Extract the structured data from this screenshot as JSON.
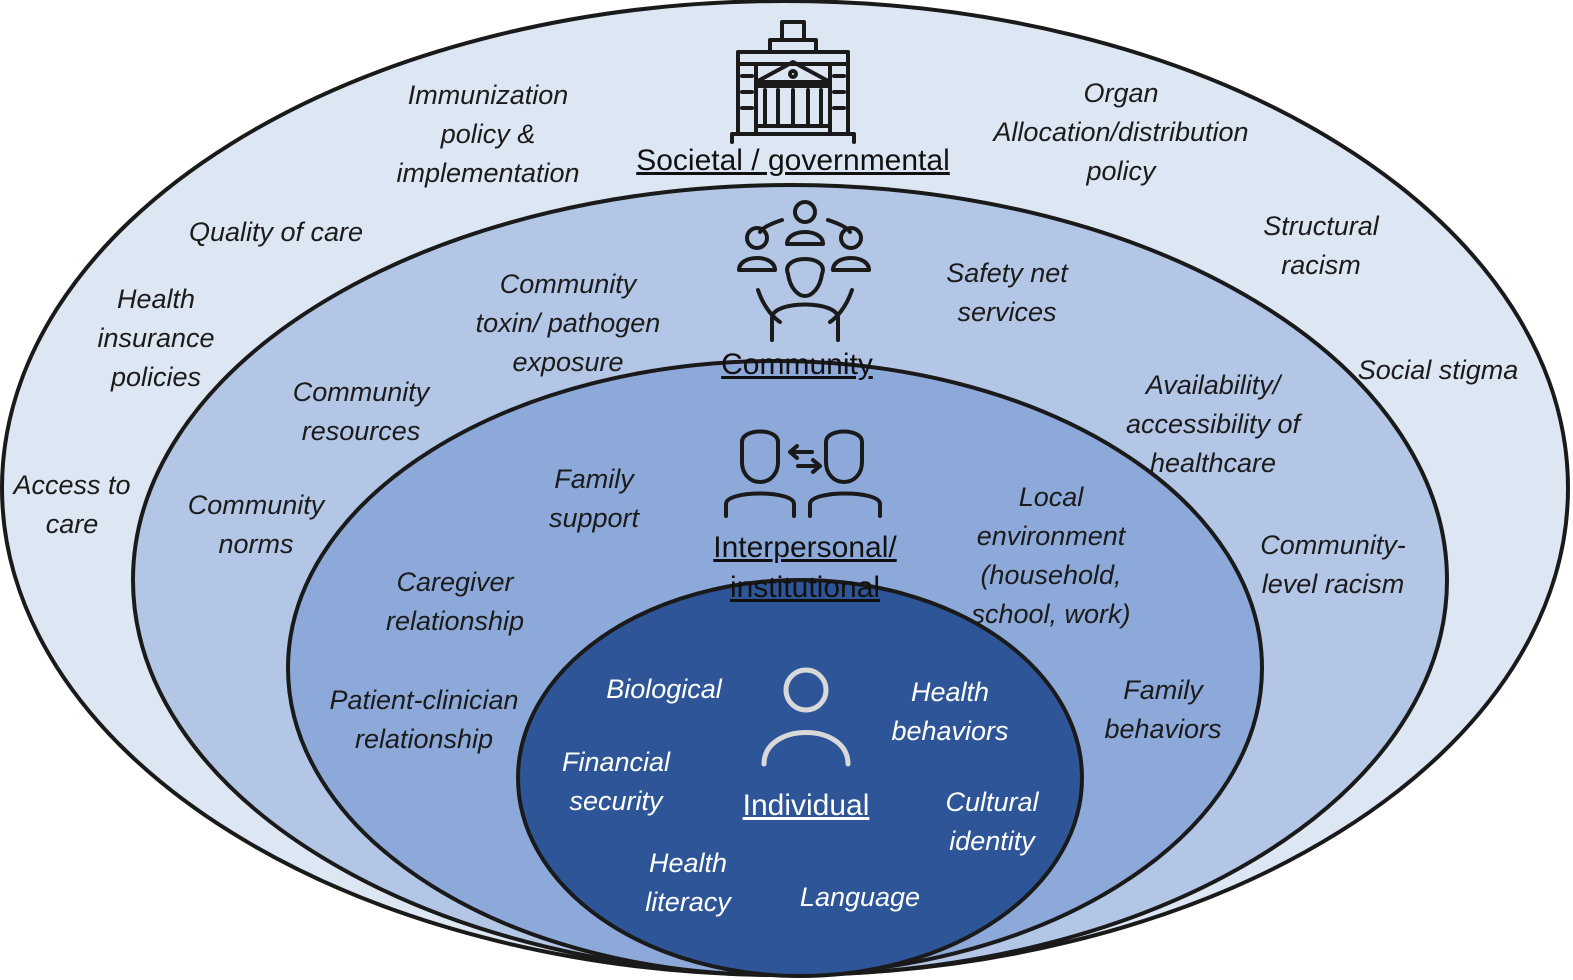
{
  "colors": {
    "societal": "#dde7f3",
    "community": "#b3c6e5",
    "interpersonal": "#8ca9d9",
    "individual": "#2e5597",
    "outline": "#1a1a1a"
  },
  "levels": {
    "societal": {
      "title": "Societal / governmental",
      "icon": "government-building-icon",
      "items": [
        [
          "Immunization",
          "policy &",
          "implementation"
        ],
        [
          "Organ",
          "Allocation/distribution",
          "policy"
        ],
        [
          "Quality of care"
        ],
        [
          "Structural",
          "racism"
        ],
        [
          "Health",
          "insurance",
          "policies"
        ],
        [
          "Social stigma"
        ],
        [
          "Access to",
          "care"
        ]
      ]
    },
    "community": {
      "title": "Community",
      "icon": "community-people-icon",
      "items": [
        [
          "Community",
          "toxin/ pathogen",
          "exposure"
        ],
        [
          "Safety net",
          "services"
        ],
        [
          "Community",
          "resources"
        ],
        [
          "Availability/",
          "accessibility of",
          "healthcare"
        ],
        [
          "Community",
          "norms"
        ],
        [
          "Community-",
          "level racism"
        ]
      ]
    },
    "interpersonal": {
      "title_lines": [
        "Interpersonal/",
        "institutional"
      ],
      "icon": "two-people-exchange-icon",
      "items": [
        [
          "Family",
          "support"
        ],
        [
          "Local",
          "environment",
          "(household,",
          "school, work)"
        ],
        [
          "Caregiver",
          "relationship"
        ],
        [
          "Patient-clinician",
          "relationship"
        ],
        [
          "Family",
          "behaviors"
        ]
      ]
    },
    "individual": {
      "title": "Individual",
      "icon": "person-icon",
      "items": [
        [
          "Biological"
        ],
        [
          "Health",
          "behaviors"
        ],
        [
          "Financial",
          "security"
        ],
        [
          "Cultural",
          "identity"
        ],
        [
          "Health",
          "literacy"
        ],
        [
          "Language"
        ]
      ]
    }
  }
}
